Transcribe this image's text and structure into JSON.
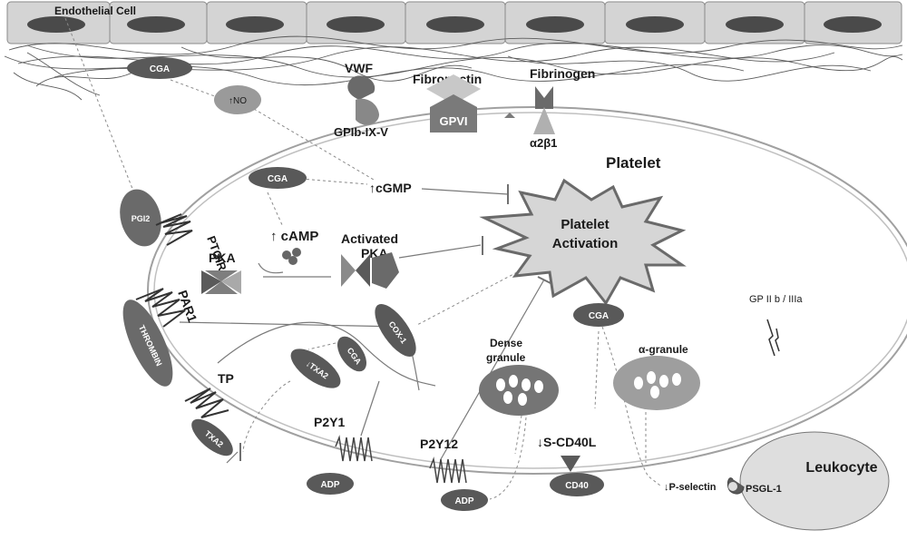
{
  "labels": {
    "endothelial_cell": "Endothelial Cell",
    "cga_top": "CGA",
    "no": "↑NO",
    "vwf": "VWF",
    "fibronectin": "Fibronectin",
    "fibrinogen": "Fibrinogen",
    "gpvi": "GPVI",
    "gpib": "GPIb-IX-V",
    "a2b1": "α2β1",
    "platelet": "Platelet",
    "cga_mid": "CGA",
    "cgmp": "↑cGMP",
    "activation_line1": "Platelet",
    "activation_line2": "Activation",
    "pgi2": "PGI2",
    "ptgir": "PTGIR",
    "camp": "↑ cAMP",
    "activated_pka_line1": "Activated",
    "activated_pka_line2": "PKA",
    "pka": "PKA",
    "par1": "PAR1",
    "thrombin": "THROMBIN",
    "cox1": "COX-1",
    "cga_cox": "CGA",
    "txa2_down": "↓TXA2",
    "cga_right": "CGA",
    "gp2b3a": "GP II b / IIIa",
    "dense_granule_line1": "Dense",
    "dense_granule_line2": "granule",
    "alpha_granule": "α-granule",
    "tp": "TP",
    "txa2": "TXA2",
    "p2y1": "P2Y1",
    "p2y12": "P2Y12",
    "adp1": "ADP",
    "adp2": "ADP",
    "scd40l": "↓S-CD40L",
    "cd40": "CD40",
    "p_selectin": "↓P-selectin",
    "psgl1": "PSGL-1",
    "leukocyte": "Leukocyte"
  },
  "colors": {
    "cell_fill": "#d4d4d4",
    "nucleus": "#4a4a4a",
    "cga_fill": "#595959",
    "no_fill": "#9a9a9a",
    "pka_dark": "#5a5a5a",
    "pka_light": "#a9a9a9",
    "burst_fill": "#d6d6d6",
    "dense_granule": "#757575",
    "alpha_granule": "#9e9e9e",
    "leukocyte": "#dedede"
  }
}
